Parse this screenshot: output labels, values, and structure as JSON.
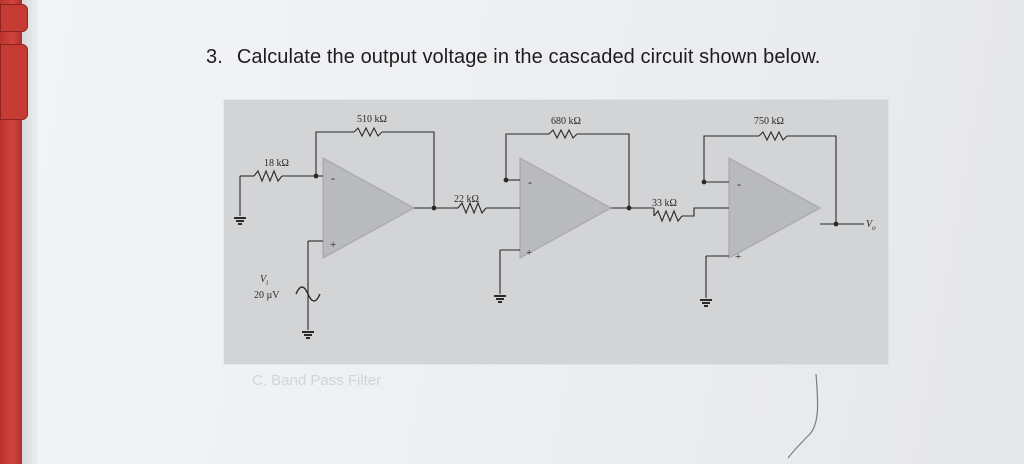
{
  "question": {
    "number": "3.",
    "text": "Calculate the output voltage in the cascaded circuit shown below."
  },
  "circuit": {
    "input_resistor": "18 kΩ",
    "feedback_1": "510 kΩ",
    "stage2_input": "22 kΩ",
    "feedback_2": "680 kΩ",
    "stage3_input": "33 kΩ",
    "feedback_3": "750 kΩ",
    "source_label": "V",
    "source_subscript": "i",
    "source_value": "20 µV",
    "output_label": "V",
    "output_subscript": "o",
    "minus": "-",
    "plus": "+"
  },
  "background_text": "C. Band Pass Filter",
  "colors": {
    "figure_bg": "#d3d4d6",
    "opamp_fill": "#b9babd",
    "wire": "#2a2a2a",
    "binder": "#c63b34"
  }
}
